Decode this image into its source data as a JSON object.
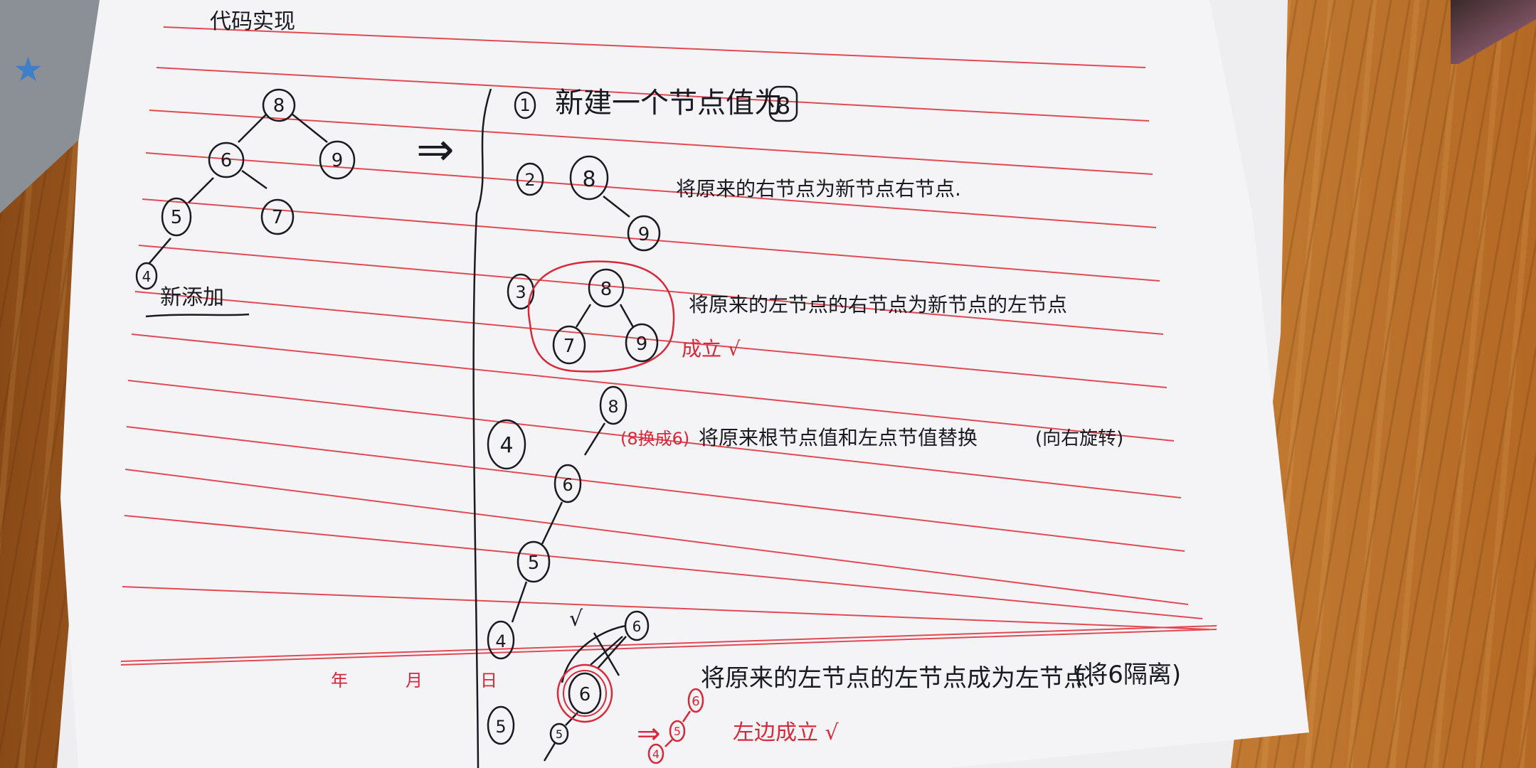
{
  "heading": "代码实现",
  "original_tree": {
    "nodes": [
      "8",
      "6",
      "9",
      "5",
      "7",
      "4"
    ],
    "caption": "新添加"
  },
  "arrow": "⇒",
  "steps": [
    {
      "number": "1",
      "text": "新建一个节点值为",
      "boxed": "8"
    },
    {
      "number": "2",
      "nodes": [
        "8",
        "9"
      ],
      "text": "将原来的右节点为新节点右节点."
    },
    {
      "number": "3",
      "nodes": [
        "8",
        "7",
        "9"
      ],
      "text": "将原来的左节点的右节点为新节点的左节点",
      "mark": "成立 √"
    },
    {
      "number": "4",
      "nodes": [
        "8",
        "6",
        "5",
        "4"
      ],
      "note": "(8换成6)",
      "text": "将原来根节点值和左点节值替换",
      "paren": "(向右旋转)"
    },
    {
      "number": "5",
      "nodes": [
        "6",
        "6",
        "5",
        "4"
      ],
      "text": "将原来的左节点的左节点成为左节点.",
      "paren": "(将6隔离)",
      "mark": "左边成立 √",
      "tick": "√"
    }
  ],
  "footer": {
    "year": "年",
    "month": "月",
    "day": "日"
  },
  "colors": {
    "ink": "#1a1a22",
    "red": "#d8283a",
    "rule": "#e04a55",
    "paper": "#f4f4f6"
  }
}
